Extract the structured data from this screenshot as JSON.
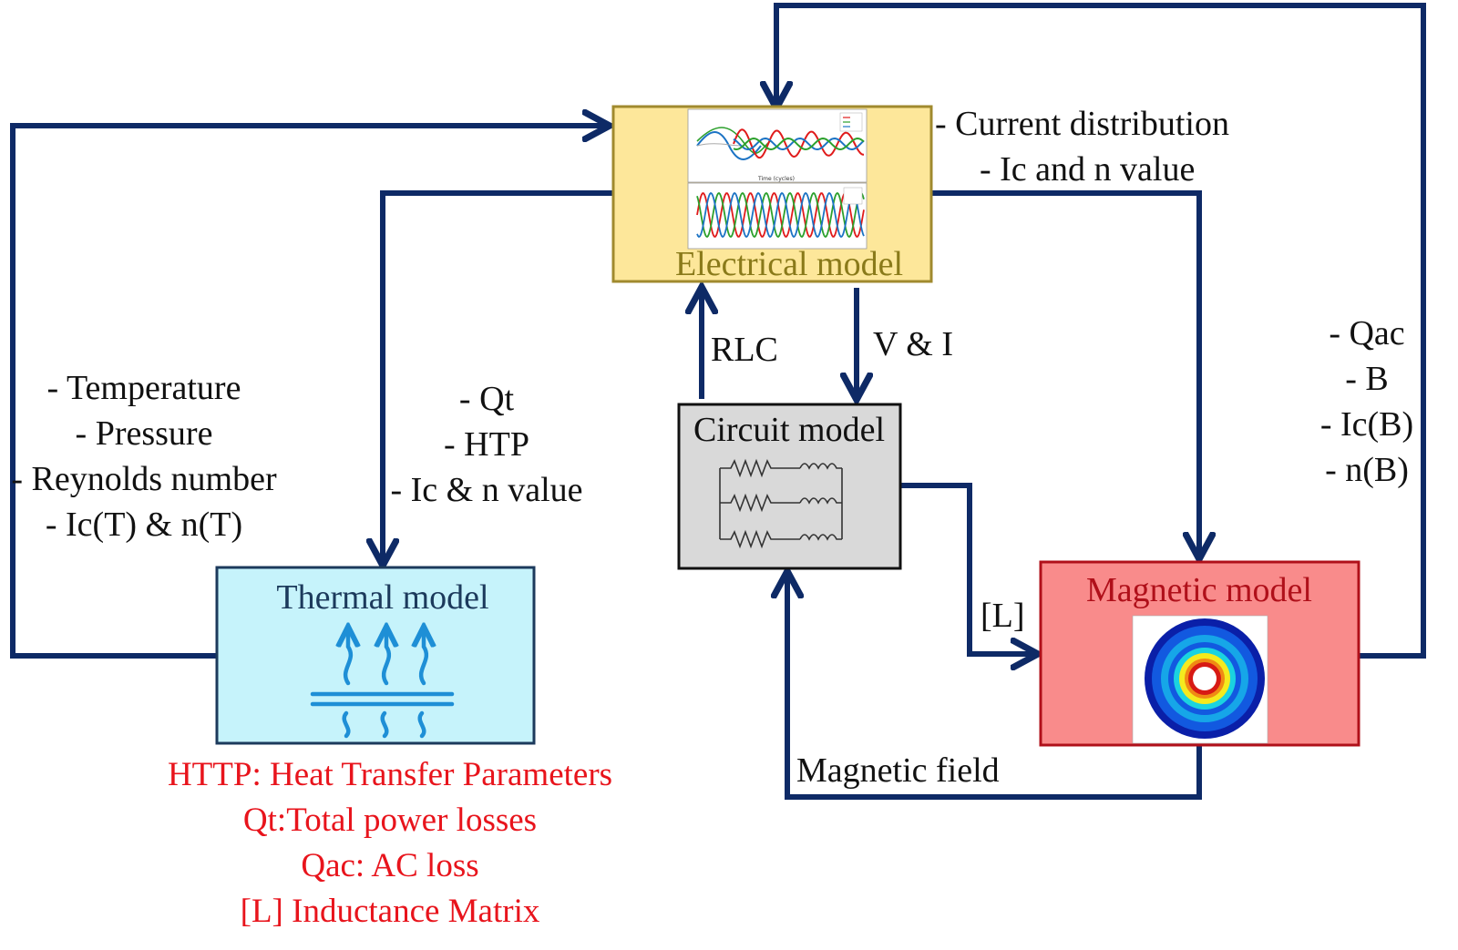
{
  "blocks": {
    "electrical": {
      "title": "Electrical model",
      "fill": "#fde79a"
    },
    "circuit": {
      "title": "Circuit model",
      "fill": "#d9d9d9"
    },
    "thermal": {
      "title": "Thermal model",
      "fill": "#c6f3fb"
    },
    "magnetic": {
      "title": "Magnetic model",
      "fill": "#f98b8b"
    }
  },
  "labels": {
    "elec_out_1": "- Current distribution",
    "elec_out_2": "- Ic and n value",
    "rlc": "RLC",
    "v_and_i": "V & I",
    "l_matrix": "[L]",
    "magnetic_field": "Magnetic field",
    "thermal_out": [
      "- Temperature",
      "- Pressure",
      "- Reynolds number",
      "- Ic(T) & n(T)"
    ],
    "elec_to_thermal": [
      "- Qt",
      "- HTP",
      "- Ic & n value"
    ],
    "mag_out": [
      "- Qac",
      "- B",
      "- Ic(B)",
      "- n(B)"
    ]
  },
  "legend": [
    "HTTP: Heat Transfer Parameters",
    "Qt:Total power losses",
    "Qac: AC loss",
    "[L] Inductance Matrix"
  ],
  "colors": {
    "connector": "#0e2a66",
    "legend_text": "#e8141c",
    "thermal_arrows": "#1e8fd6"
  }
}
